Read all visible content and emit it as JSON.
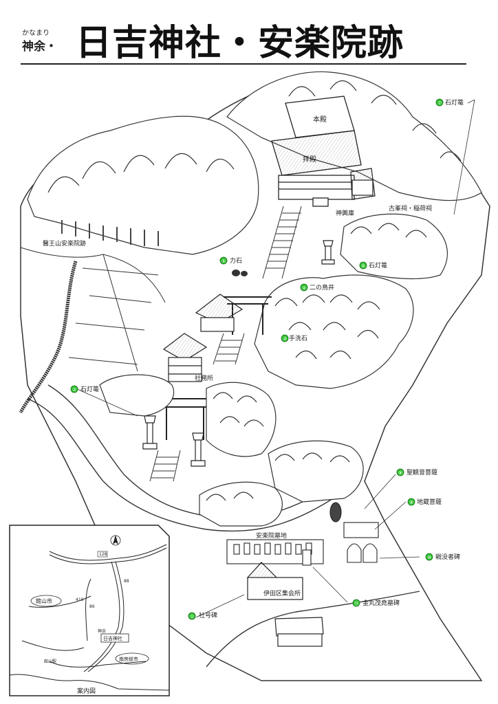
{
  "header": {
    "reading": "かなまり",
    "place": "神余・",
    "title": "日吉神社・安楽院跡"
  },
  "labels": {
    "honden": "本殿",
    "haiden": "拝殿",
    "shinyoko": "神輿庫",
    "ishidoro_7": "石灯篭",
    "kobako": "古峯祠・稲荷祠",
    "chikaraishi": "力石",
    "ishidoro_6": "石灯篭",
    "ninotorii": "二の鳥井",
    "temizuishi": "手洗石",
    "shamusho": "社務所",
    "ioyama": "醫王山安楽院跡",
    "ishidoro_2": "石灯篭",
    "shokannon": "聖観音菩薩",
    "jizo": "地蔵菩薩",
    "bochi": "安楽院墓地",
    "senbotsu": "戦没者碑",
    "shukaijo": "伊田区集会所",
    "shagohi": "社号碑",
    "kanamaru": "金丸茂堯墓碑"
  },
  "markers": [
    {
      "id": "m1",
      "num": "①"
    },
    {
      "id": "m2",
      "num": "②"
    },
    {
      "id": "m3",
      "num": "③"
    },
    {
      "id": "m4",
      "num": "④"
    },
    {
      "id": "m5",
      "num": "⑤"
    },
    {
      "id": "m6",
      "num": "⑥"
    },
    {
      "id": "m7",
      "num": "⑦"
    },
    {
      "id": "m8",
      "num": "⑧"
    },
    {
      "id": "m9",
      "num": "⑨"
    },
    {
      "id": "m10",
      "num": "⑩"
    },
    {
      "id": "m11",
      "num": "⑪"
    }
  ],
  "inset": {
    "caption": "案内図",
    "city_left": "館山市",
    "city_right": "南房総市",
    "shrine": "日吉神社",
    "kanamari": "神余",
    "station": "館山駅",
    "roads": [
      "128",
      "410",
      "86",
      "88"
    ]
  },
  "colors": {
    "ink": "#222222",
    "marker": "#2ec12e",
    "paper": "#ffffff"
  }
}
